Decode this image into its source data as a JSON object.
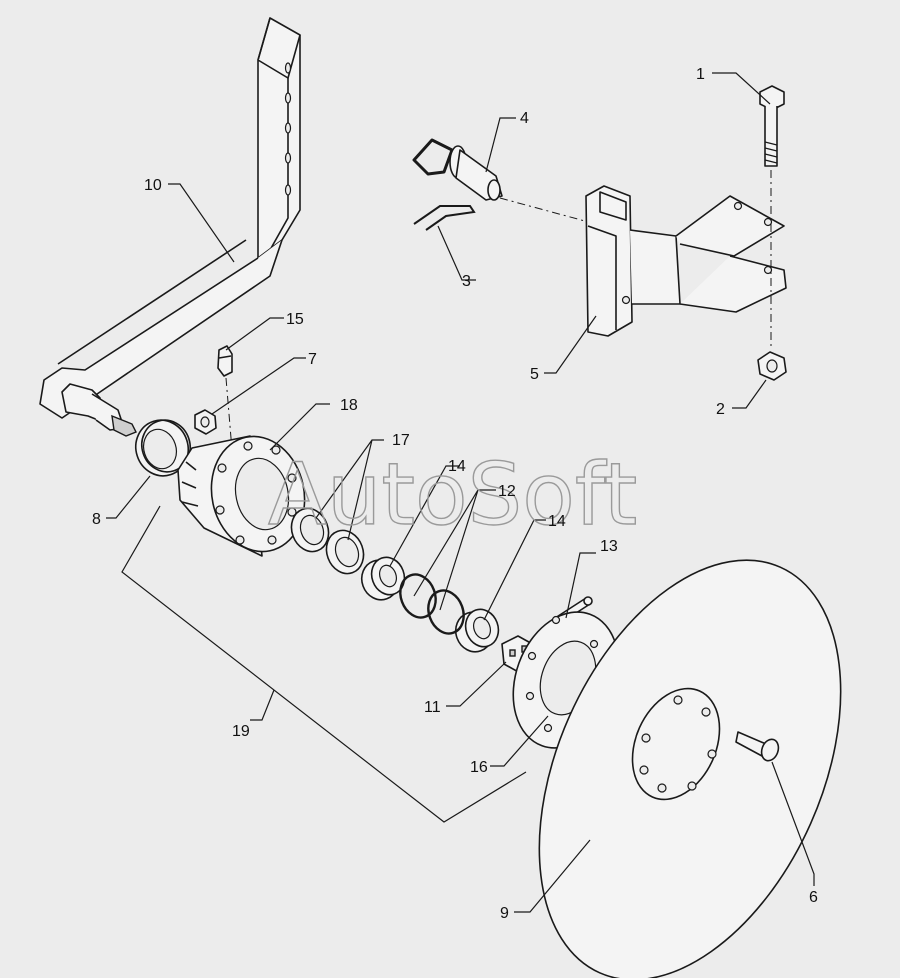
{
  "watermark": "AutoSoft",
  "colors": {
    "background": "#ececec",
    "line": "#1a1a1a"
  },
  "callouts": {
    "c1": "1",
    "c2": "2",
    "c3": "3",
    "c4": "4",
    "c5": "5",
    "c6": "6",
    "c7": "7",
    "c8": "8",
    "c9": "9",
    "c10": "10",
    "c11": "11",
    "c12": "12",
    "c13": "13",
    "c14a": "14",
    "c14b": "14",
    "c15": "15",
    "c16": "16",
    "c17": "17",
    "c18": "18",
    "c19": "19"
  }
}
